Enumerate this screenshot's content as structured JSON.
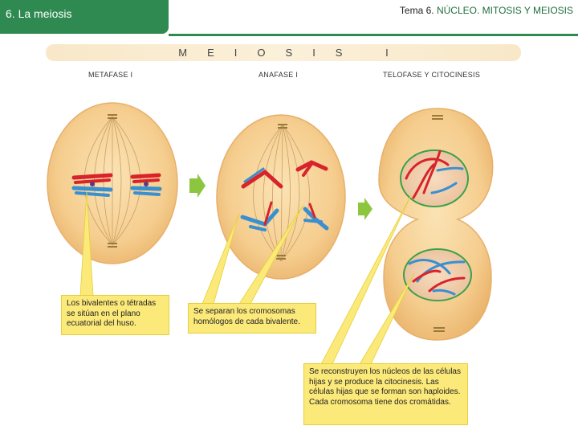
{
  "header": {
    "section_title": "6. La meiosis",
    "subject_prefix": "Tema 6.",
    "subject_title": "NÚCLEO. MITOSIS Y MEIOSIS"
  },
  "banner": {
    "text": "MEIOSIS I"
  },
  "phases": [
    {
      "label": "METAFASE I"
    },
    {
      "label": "ANAFASE I"
    },
    {
      "label": "TELOFASE Y CITOCINESIS"
    }
  ],
  "callouts": {
    "bivalents": "Los bivalentes o tétradas se sitúan en el plano ecuatorial del huso.",
    "homologs": "Se separan los cromosomas homólogos de cada bivalente.",
    "telophase": "Se reconstruyen los núcleos de las células hijas y se produce la citocinesis. Las células hijas que se forman son haploides. Cada cromosoma tiene dos cromátidas."
  },
  "colors": {
    "brand_green": "#2e8a50",
    "cell_fill": "#f5cd8e",
    "cell_edge": "#e7b06a",
    "chromosome_red": "#d8232a",
    "chromosome_blue": "#3a8fd0",
    "callout_fill": "#fbe97a",
    "arrow_green": "#8cc63f"
  }
}
